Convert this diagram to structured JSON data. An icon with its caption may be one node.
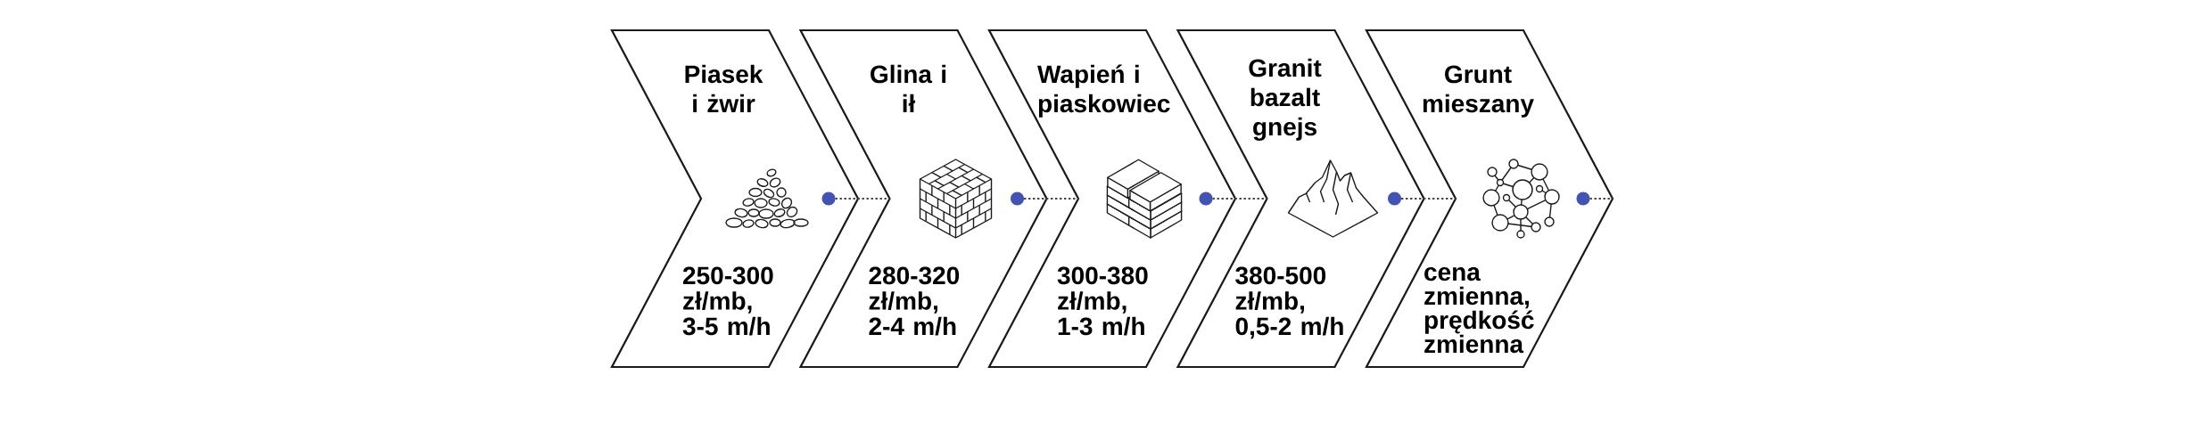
{
  "diagram": {
    "nodes": [
      {
        "text": [
          "Piasek i żwir",
          "250-300 zł/mb, 3-5 m/h"
        ]
      },
      {
        "text": [],
        "shape": "circle",
        "in": 0
      },
      {
        "text": [
          "Glina i ił",
          "280-320 zł/mb, 2-4 m/h"
        ]
      },
      {
        "text": [],
        "shape": "circle",
        "in": 2
      },
      {
        "text": [
          "Wapień i piaskowiec",
          "300-380 zł/mb, 1-3 m/h"
        ]
      },
      {
        "text": [],
        "shape": "circle",
        "in": 4
      },
      {
        "text": [
          "Granit bazalt gnejs",
          "380-500 zł/mb, 0,5-2 m/h"
        ]
      },
      {
        "text": [],
        "shape": "circle",
        "in": 6
      },
      {
        "text": [
          "Grunt mieszany",
          "cena zmienna, prędkość zmienna"
        ]
      },
      {
        "text": [],
        "shape": "circle",
        "in": 8
      }
    ],
    "edges": [
      {
        "from": 1,
        "to": 2,
        "arrow": "none",
        "style": "dashed"
      },
      {
        "from": 3,
        "to": 4,
        "arrow": "none",
        "style": "dashed"
      },
      {
        "from": 5,
        "to": 6,
        "arrow": "none",
        "style": "dashed"
      },
      {
        "from": 7,
        "to": 8,
        "arrow": "none",
        "style": "dashed"
      },
      {
        "from": 9,
        "to": null,
        "arrow": "none",
        "style": "dashed"
      }
    ]
  }
}
